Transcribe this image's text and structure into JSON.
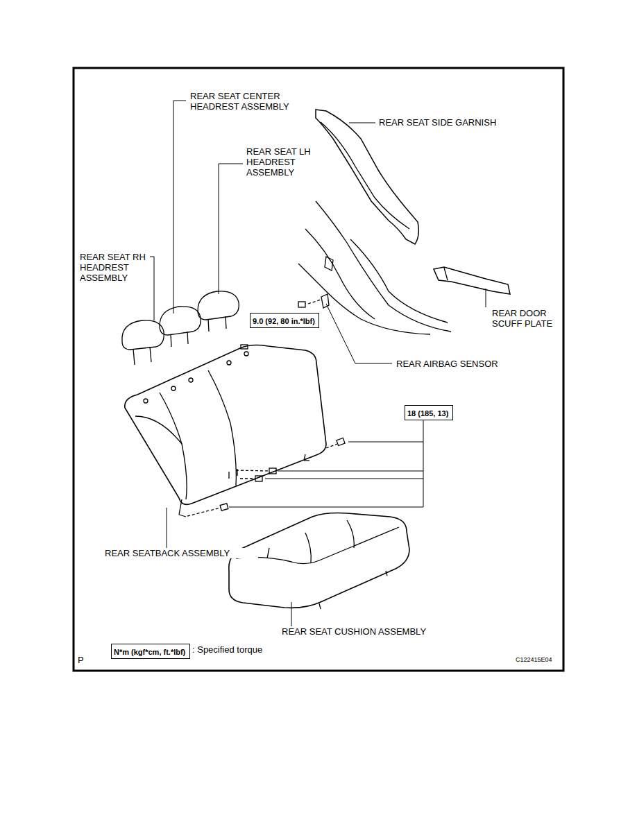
{
  "diagram": {
    "nodes": [
      {
        "text": [
          "9.0 (92, 80 in.*lbf)"
        ]
      },
      {
        "text": [
          "18 (185, 13)"
        ]
      },
      {
        "text": [
          "N*m (kgf*cm, ft.*lbf)"
        ]
      }
    ],
    "labels": [
      "REAR SEAT CENTER HEADREST ASSEMBLY",
      "REAR SEAT LH HEADREST ASSEMBLY",
      "REAR SEAT SIDE GARNISH",
      "REAR SEAT RH HEADREST ASSEMBLY",
      "REAR DOOR SCUFF PLATE",
      "REAR AIRBAG SENSOR",
      "REAR SEATBACK ASSEMBLY",
      "REAR SEAT CUSHION ASSEMBLY",
      ": Specified torque",
      "P",
      "C122415E04"
    ]
  }
}
